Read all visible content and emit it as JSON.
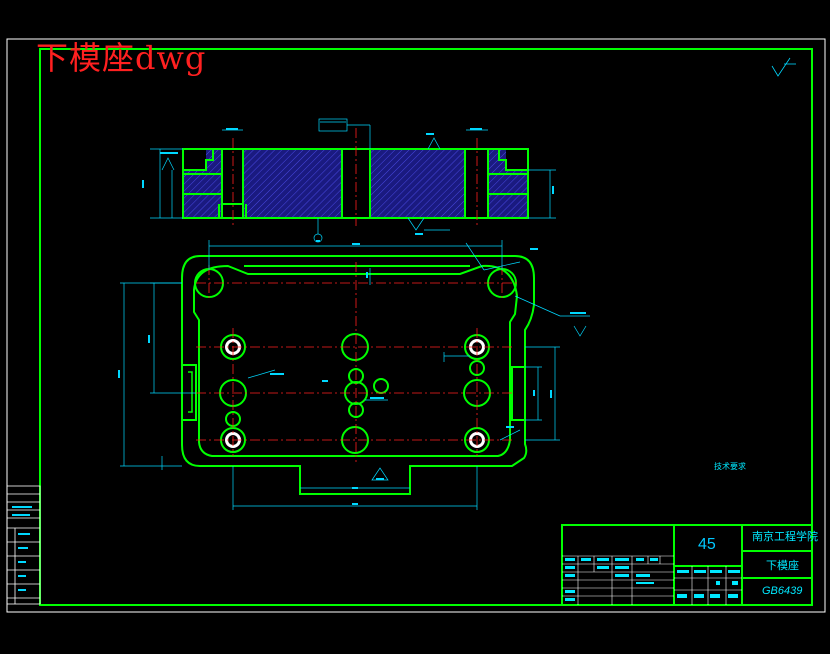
{
  "drawing": {
    "overlay_title": "下模座dwg",
    "material": "45",
    "school": "南京工程学院",
    "part_name": "下模座",
    "standard_code": "GB6439",
    "tech_note_title": "技术要求"
  },
  "colors": {
    "background": "#000000",
    "outline": "#00ff00",
    "dimension": "#00d8ff",
    "centerline": "#ff2020",
    "section_hatch": "#3030c0",
    "border": "#ffffff",
    "title_overlay": "#ff2020"
  }
}
